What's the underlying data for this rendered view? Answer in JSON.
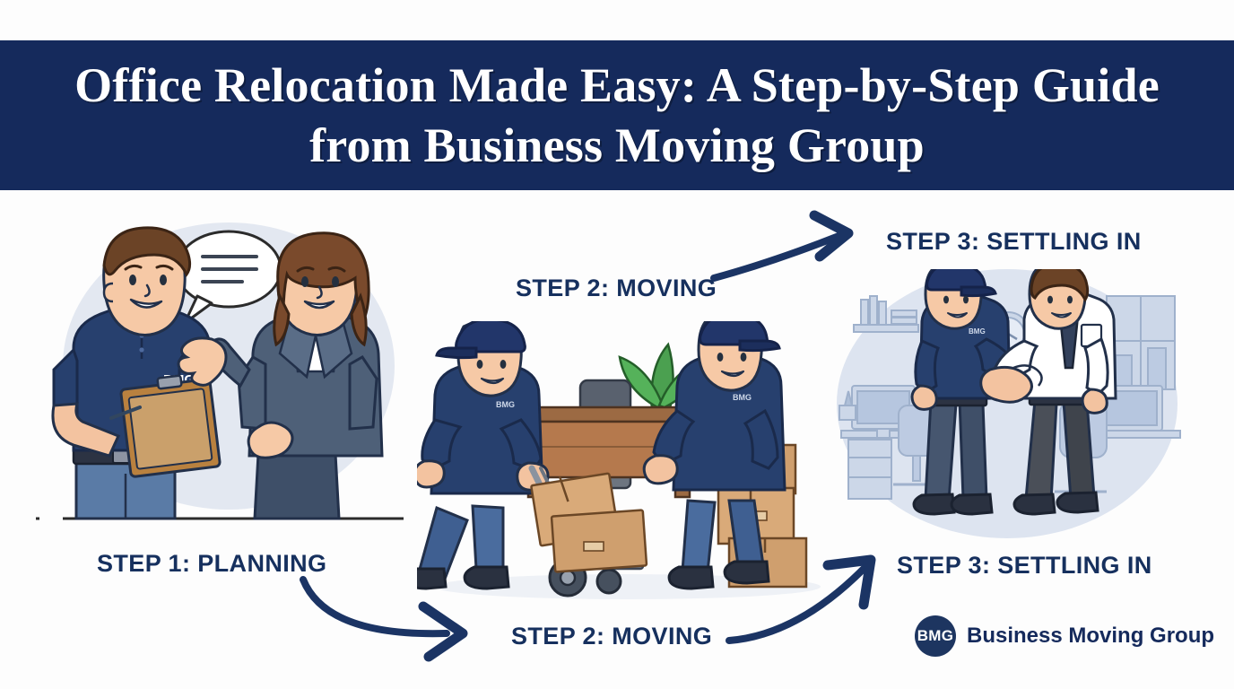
{
  "header": {
    "title": "Office Relocation Made Easy: A Step-by-Step Guide from Business Moving Group",
    "background_color": "#152a5c",
    "text_color": "#ffffff"
  },
  "theme": {
    "navy": "#152a5c",
    "label_navy": "#16305e",
    "arrow_navy": "#1b3464",
    "page_background": "#fdfdfd",
    "scene_tint": "#e4e9f2",
    "uniform_navy": "#27406e",
    "box_tan": "#cf9f6e",
    "plant_green": "#4ba050"
  },
  "labels": {
    "step1": "STEP 1: PLANNING",
    "step2_top": "STEP 2: MOVING",
    "step3_top": "STEP 3: SETTLING IN",
    "step2_bottom": "STEP 2: MOVING",
    "step3_bottom": "STEP 3: SETTLING IN"
  },
  "scenes": [
    {
      "id": "step1",
      "name": "planning-consultation-illustration",
      "description": "BMG uniformed consultant holding a clipboard talking with a businesswoman, speech bubble above",
      "uniform_badge_text": "BMG",
      "characters": [
        "bmg-consultant",
        "client-businesswoman"
      ],
      "props": [
        "clipboard",
        "pen",
        "speech-bubble"
      ]
    },
    {
      "id": "step2",
      "name": "moving-crew-illustration",
      "description": "Two BMG movers carrying an office desk, one pushing a hand truck stacked with cardboard boxes, potted plant on desk, box stack at right",
      "uniform_badge_text": "BMG",
      "characters": [
        "mover-left",
        "mover-right"
      ],
      "props": [
        "hand-truck",
        "cardboard-boxes",
        "office-desk",
        "office-chair",
        "potted-plant",
        "box-stack"
      ]
    },
    {
      "id": "step3",
      "name": "settling-in-handshake-illustration",
      "description": "BMG mover shaking hands with a client in shirt and tie inside a furnished office with wall clock, desks, monitors and chairs",
      "uniform_badge_text": "BMG",
      "characters": [
        "bmg-mover",
        "client-businessman"
      ],
      "props": [
        "wall-clock",
        "desk",
        "monitor",
        "office-chair",
        "bookshelf",
        "window",
        "filing-cabinet",
        "plant"
      ]
    }
  ],
  "arrows": [
    {
      "id": "arrow-top",
      "from": "step2",
      "to": "step3",
      "direction": "right-up"
    },
    {
      "id": "arrow-bottom-left",
      "from": "step1",
      "to": "step2",
      "direction": "right-down"
    },
    {
      "id": "arrow-bottom-right",
      "from": "step2",
      "to": "step3",
      "direction": "right-up"
    }
  ],
  "logo": {
    "badge": "BMG",
    "name": "Business Moving Group"
  }
}
